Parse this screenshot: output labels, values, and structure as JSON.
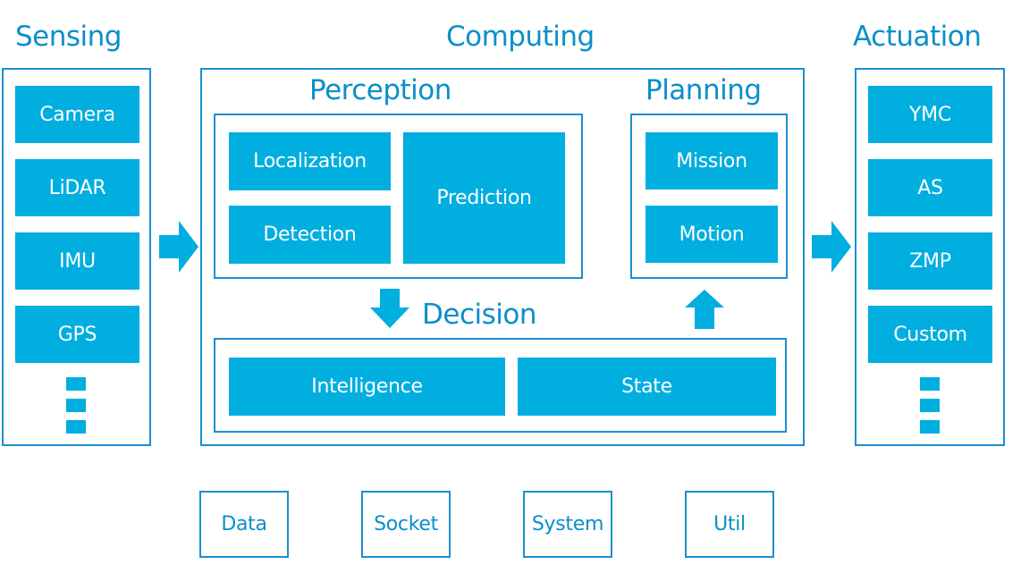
{
  "colors": {
    "accent": "#00aee0",
    "border": "#1b8fd0",
    "title": "#0a8fc9",
    "block_text": "#ffffff"
  },
  "sensing": {
    "title": "Sensing",
    "items": [
      "Camera",
      "LiDAR",
      "IMU",
      "GPS"
    ],
    "more_indicator": "ellipsis-vertical"
  },
  "computing": {
    "title": "Computing",
    "perception": {
      "title": "Perception",
      "items": [
        "Localization",
        "Detection",
        "Prediction"
      ]
    },
    "planning": {
      "title": "Planning",
      "items": [
        "Mission",
        "Motion"
      ]
    },
    "decision": {
      "title": "Decision",
      "items": [
        "Intelligence",
        "State"
      ]
    }
  },
  "actuation": {
    "title": "Actuation",
    "items": [
      "YMC",
      "AS",
      "ZMP",
      "Custom"
    ],
    "more_indicator": "ellipsis-vertical"
  },
  "utilities": [
    "Data",
    "Socket",
    "System",
    "Util"
  ],
  "arrows": [
    {
      "name": "sensing-to-computing",
      "direction": "right"
    },
    {
      "name": "computing-to-actuation",
      "direction": "right"
    },
    {
      "name": "perception-to-decision",
      "direction": "down"
    },
    {
      "name": "decision-to-planning",
      "direction": "up"
    }
  ]
}
